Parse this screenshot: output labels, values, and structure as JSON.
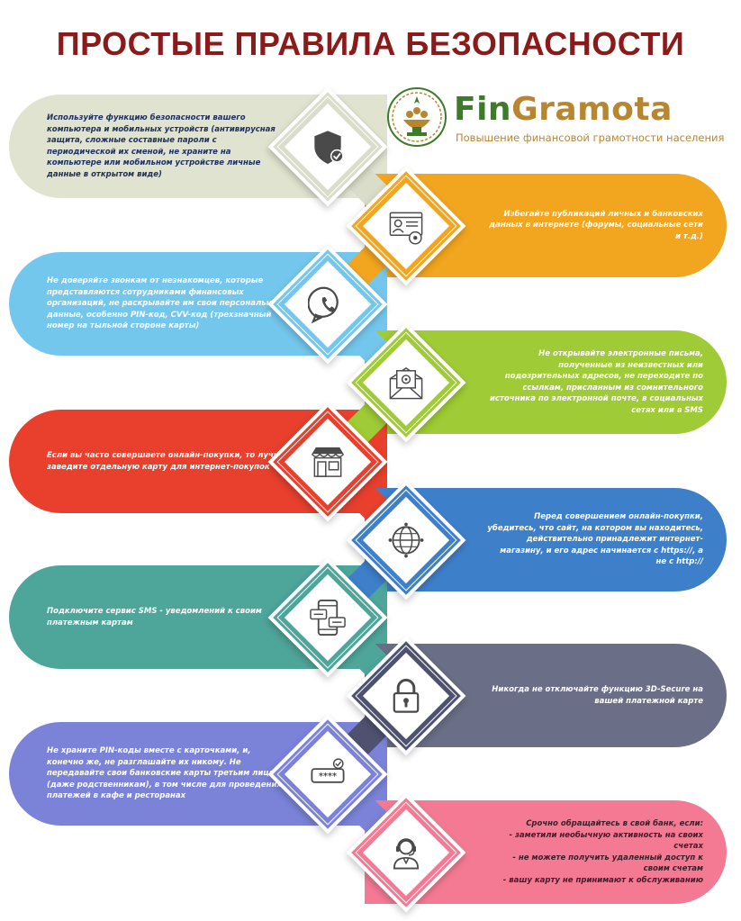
{
  "title": "ПРОСТЫЕ ПРАВИЛА БЕЗОПАСНОСТИ",
  "logo": {
    "name_part1": "Fin",
    "name_part2": "Gramota",
    "tagline": "Повышение финансовой грамотности населения"
  },
  "rules": [
    {
      "side": "left",
      "color": "#dfe3cf",
      "diamond": "#d9ddc9",
      "icon": "shield-check-icon",
      "text": "Используйте функцию безопасности вашего компьютера и мобильных устройств (антивирусная защита, сложные составные пароли с периодической их сменой, не храните на компьютере или мобильном устройстве личные данные в открытом виде)"
    },
    {
      "side": "right",
      "color": "#f2a51e",
      "diamond": "#f2a51e",
      "icon": "id-card-icon",
      "text": "Избегайте публикаций личных и банковских данных в интернете (форумы, социальные сети и т.д.)"
    },
    {
      "side": "left",
      "color": "#74c7ec",
      "diamond": "#74c7ec",
      "icon": "phone-chat-icon",
      "text": "Не доверяйте звонкам от незнакомцев, которые представляются сотрудниками финансовых организаций, не раскрывайте им свои персональные данные, особенно PIN-код, CVV-код (трехзначный номер на тыльной стороне карты)"
    },
    {
      "side": "right",
      "color": "#9fcb36",
      "diamond": "#9fcb36",
      "icon": "mail-icon",
      "text": "Не открывайте электронные письма, полученные из неизвестных или подозрительных адресов, не переходите по ссылкам, присланным из сомнительного источника по электронной почте, в социальных сетях или в SMS"
    },
    {
      "side": "left",
      "color": "#e8402d",
      "diamond": "#e8402d",
      "icon": "shop-icon",
      "text": "Если вы часто совершаете онлайн-покупки, то лучше заведите отдельную карту для интернет-покупок"
    },
    {
      "side": "right",
      "color": "#3e7fc9",
      "diamond": "#3e7fc9",
      "icon": "globe-icon",
      "text": "Перед совершением онлайн-покупки, убедитесь, что сайт, на котором вы находитесь, действительно принадлежит интернет-магазину, и его адрес начинается с https://, а не с http://"
    },
    {
      "side": "left",
      "color": "#4ea59a",
      "diamond": "#4ea59a",
      "icon": "mobile-sms-icon",
      "text": "Подключите сервис SMS - уведомлений к своим платежным картам"
    },
    {
      "side": "right",
      "color": "#6a6e86",
      "diamond": "#4e5270",
      "icon": "padlock-icon",
      "text": "Никогда не отключайте функцию 3D-Secure на вашей платежной карте"
    },
    {
      "side": "left",
      "color": "#7a83d8",
      "diamond": "#7a83d8",
      "icon": "pin-code-icon",
      "text": "Не храните PIN-коды вместе с карточками, и, конечно же, не разглашайте их никому. Не передавайте свои банковские карты третьим лицам (даже родственникам), в том числе для проведения платежей в кафе и ресторанах"
    },
    {
      "side": "right",
      "color": "#f47a93",
      "diamond": "#f47a93",
      "icon": "support-agent-icon",
      "text": "Срочно обращайтесь в свой банк, если:\n- заметили необычную активность на своих счетах\n- не можете получить удаленный доступ к своим счетам\n- вашу карту не принимают к обслуживанию"
    }
  ]
}
